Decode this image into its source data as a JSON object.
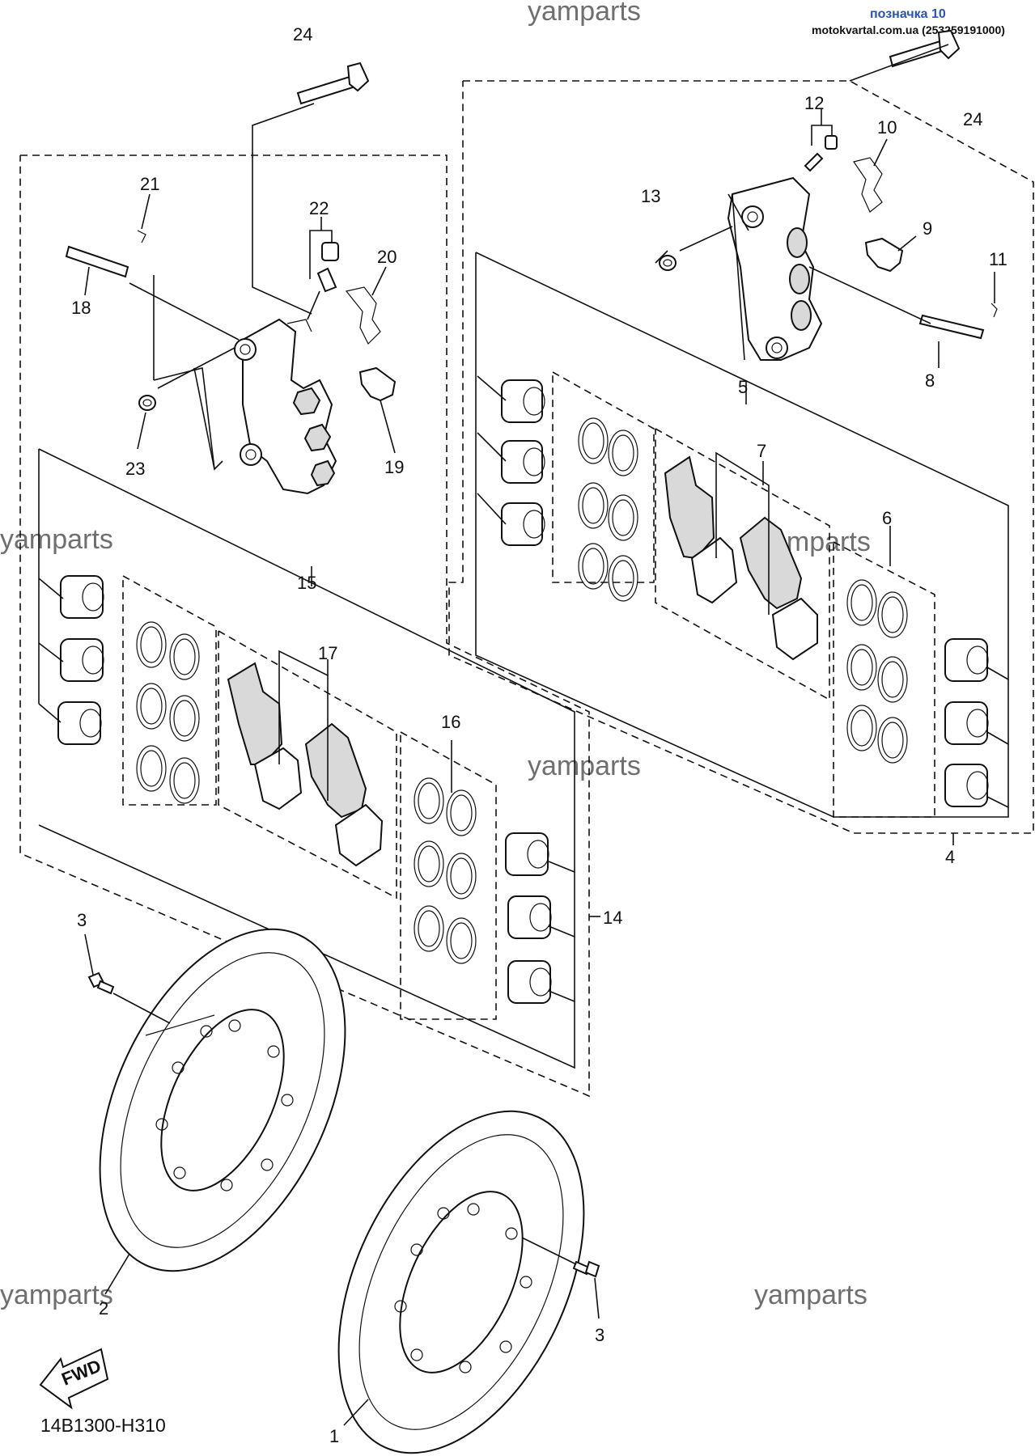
{
  "header": {
    "tag": "позначка 10",
    "site": "motokvartal.com.ua (253259191000)"
  },
  "watermark": "yamparts",
  "diagram_code": "14B1300-H310",
  "fwd_label": "FWD",
  "callouts": {
    "c1": "1",
    "c2": "2",
    "c3a": "3",
    "c3b": "3",
    "c4": "4",
    "c5": "5",
    "c6": "6",
    "c7": "7",
    "c8": "8",
    "c9": "9",
    "c10": "10",
    "c11": "11",
    "c12": "12",
    "c13": "13",
    "c14": "14",
    "c15": "15",
    "c16": "16",
    "c17": "17",
    "c18": "18",
    "c19": "19",
    "c20": "20",
    "c21": "21",
    "c22": "22",
    "c23": "23",
    "c24a": "24",
    "c24b": "24"
  }
}
